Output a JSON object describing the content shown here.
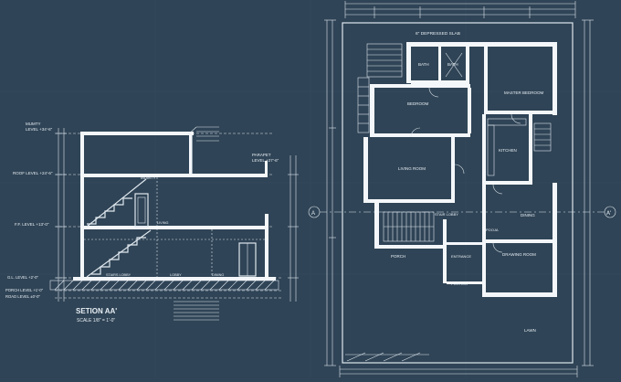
{
  "colors": {
    "background": "#2f4456",
    "line": "#dfe7ee",
    "wall": "#f4f7fa"
  },
  "section": {
    "title": "SETION AA'",
    "scale": "SCALE 1/8\" = 1'-0\"",
    "levels": {
      "mumty": "MUMTY",
      "mumty_level": "LEVEL +34'-6\"",
      "roof": "ROOF LEVEL +24'-6\"",
      "ff": "F.F. LEVEL +13'-0\"",
      "gl": "G.L. LEVEL +2'-0\"",
      "porch": "PORCH LEVEL +1'-0\"",
      "road": "ROAD LEVEL ±0'-0\"",
      "parapet": "PARAPET",
      "parapet_level": "LEVEL +27'-6\""
    },
    "labels": {
      "mumty_room": "MUMTY",
      "stairs_lobby": "STAIRS LOBBY",
      "lobby": "LOBBY",
      "dining": "DINING",
      "living": "LIVING"
    }
  },
  "plan": {
    "depressed_slab": "6\" DEPRESSED SLAB",
    "rooms": {
      "bath1": "BATH",
      "bath2": "BATH",
      "bedroom": "BEDROOM",
      "master_bedroom": "MASTER BEDROOM",
      "kitchen": "KITCHEN",
      "living_room": "LIVING ROOM",
      "dining": "DINING",
      "pooja": "POOJA",
      "drawing_room": "DRAWING ROOM",
      "stair_lobby": "STAIR LOBBY",
      "porch": "PORCH",
      "entrance": "ENTRANCE",
      "portico": "PORTICO",
      "lawn": "LAWN"
    },
    "section_marks": {
      "left": "A",
      "right": "A'"
    }
  }
}
